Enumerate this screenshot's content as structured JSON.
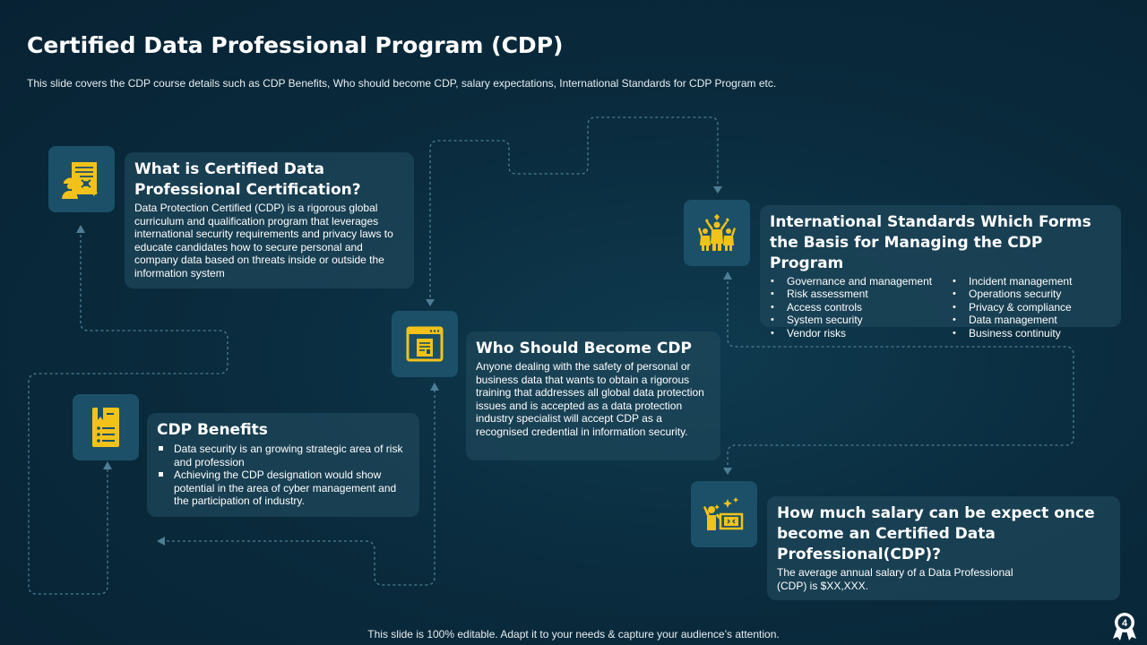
{
  "slide": {
    "title": "Certified Data Professional Program (CDP)",
    "subtitle": "This slide covers the CDP course details such as  CDP Benefits, Who should become CDP, salary expectations, International Standards for CDP Program etc.",
    "footer": "This slide is 100% editable. Adapt it to your needs & capture your audience’s attention.",
    "page_number": "4"
  },
  "colors": {
    "background": "#0a2c3e",
    "icon_box": "#1b5068",
    "icon_yellow": "#f2c21b",
    "connector": "#4e7d93"
  },
  "sections": {
    "what_is": {
      "icon": "certificate-person-icon",
      "title": "What is Certified Data Professional Certification?",
      "body": "Data Protection Certified (CDP) is a rigorous global curriculum and qualification program that leverages international security requirements and privacy laws to educate candidates how to secure personal and company data based on threats inside or outside the information system"
    },
    "benefits": {
      "icon": "document-list-icon",
      "title": "CDP Benefits",
      "bullets": [
        "Data security is an growing strategic area of risk and profession",
        "Achieving the CDP designation would show potential in the area of cyber management and the participation of industry."
      ]
    },
    "who": {
      "icon": "browser-document-icon",
      "title": "Who Should Become CDP",
      "body": "Anyone dealing with the safety of personal or business data that wants to obtain a rigorous training that addresses all global data protection issues and is accepted as a data protection industry specialist will accept CDP as a recognised credential in information security."
    },
    "standards": {
      "icon": "team-celebration-icon",
      "title": "International Standards Which Forms the Basis for Managing the CDP Program",
      "col1": [
        "Governance and management",
        "Risk assessment",
        "Access controls",
        "System security",
        "Vendor risks"
      ],
      "col2": [
        "Incident management",
        "Operations security",
        "Privacy & compliance",
        "Data management",
        "Business continuity"
      ]
    },
    "salary": {
      "icon": "person-money-icon",
      "title": "How much salary can be expect once become an Certified Data Professional(CDP)?",
      "body": "The average annual salary of a Data Professional\n (CDP) is $XX,XXX."
    }
  }
}
